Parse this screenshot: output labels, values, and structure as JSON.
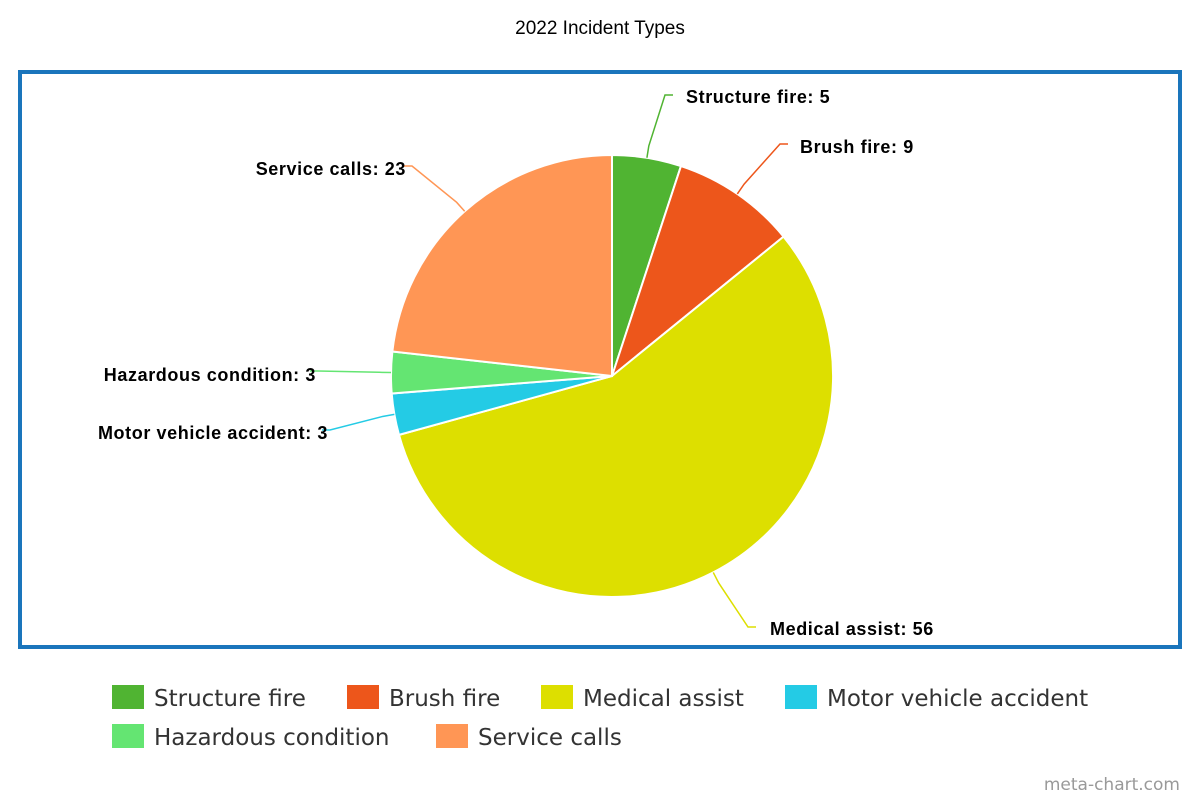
{
  "chart_data": {
    "type": "pie",
    "title": "2022 Incident Types",
    "slices": [
      {
        "name": "Structure fire",
        "value": 5,
        "label": "Structure fire: 5",
        "color": "#50b432"
      },
      {
        "name": "Brush fire",
        "value": 9,
        "label": "Brush fire: 9",
        "color": "#ed561b"
      },
      {
        "name": "Medical assist",
        "value": 56,
        "label": "Medical assist: 56",
        "color": "#dddf00"
      },
      {
        "name": "Motor vehicle accident",
        "value": 3,
        "label": "Motor vehicle accident: 3",
        "color": "#24cbe5"
      },
      {
        "name": "Hazardous condition",
        "value": 3,
        "label": "Hazardous condition: 3",
        "color": "#64e572"
      },
      {
        "name": "Service calls",
        "value": 23,
        "label": "Service calls: 23",
        "color": "#ff9655"
      }
    ],
    "legend": {
      "placement": "bottom",
      "entries": [
        "Structure fire",
        "Brush fire",
        "Medical assist",
        "Motor vehicle accident",
        "Hazardous condition",
        "Service calls"
      ]
    },
    "frame_color": "#1a75bc"
  },
  "watermark": "meta-chart.com"
}
